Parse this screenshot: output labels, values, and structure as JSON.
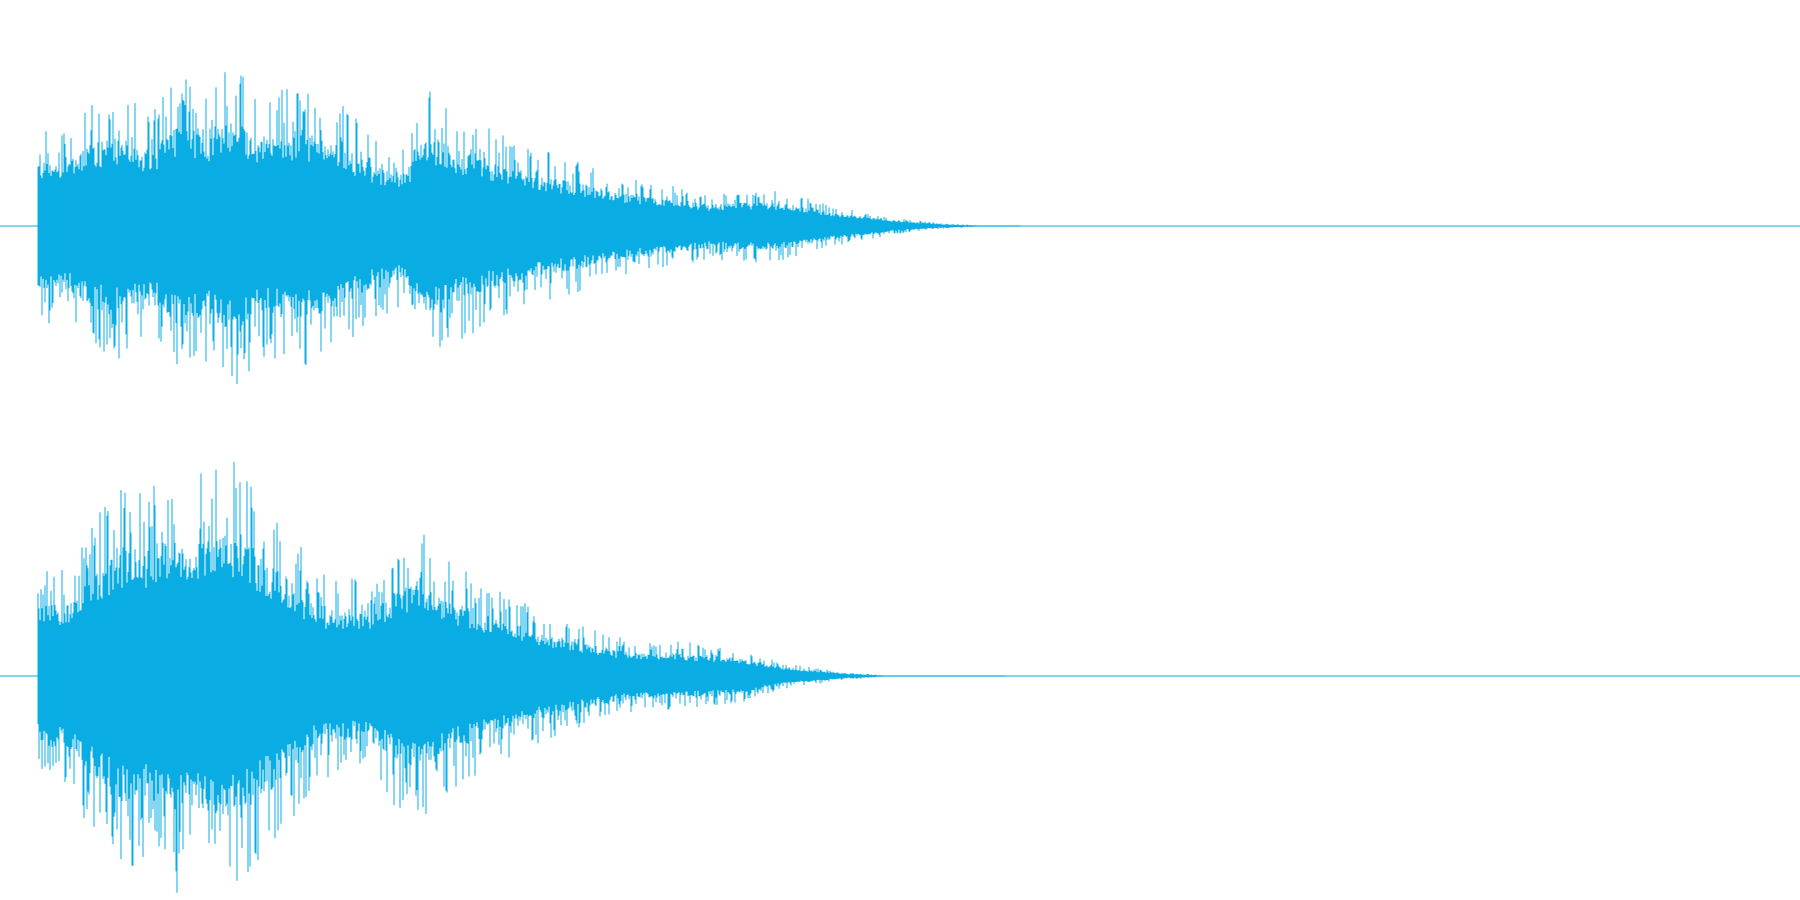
{
  "waveform": {
    "color": "#09ade4",
    "background": "#ffffff",
    "channels": [
      {
        "name": "channel-1",
        "peak_envelope": [
          0.62,
          0.58,
          0.78,
          0.82,
          0.7,
          0.95,
          0.85,
          1.0,
          0.8,
          0.88,
          0.82,
          0.72,
          0.56,
          0.5,
          0.84,
          0.7,
          0.6,
          0.52,
          0.46,
          0.42,
          0.36,
          0.3,
          0.26,
          0.24,
          0.2,
          0.22,
          0.22,
          0.2,
          0.14,
          0.1,
          0.07,
          0.04,
          0.02,
          0.01,
          0.0,
          0.0
        ]
      },
      {
        "name": "channel-2",
        "peak_envelope": [
          0.48,
          0.52,
          0.72,
          0.9,
          0.85,
          1.0,
          0.95,
          1.0,
          0.85,
          0.7,
          0.5,
          0.45,
          0.45,
          0.62,
          0.65,
          0.52,
          0.45,
          0.38,
          0.32,
          0.26,
          0.22,
          0.18,
          0.16,
          0.16,
          0.15,
          0.14,
          0.1,
          0.06,
          0.04,
          0.02,
          0.01,
          0.0,
          0.0,
          0.0,
          0.0,
          0.0
        ]
      }
    ]
  }
}
